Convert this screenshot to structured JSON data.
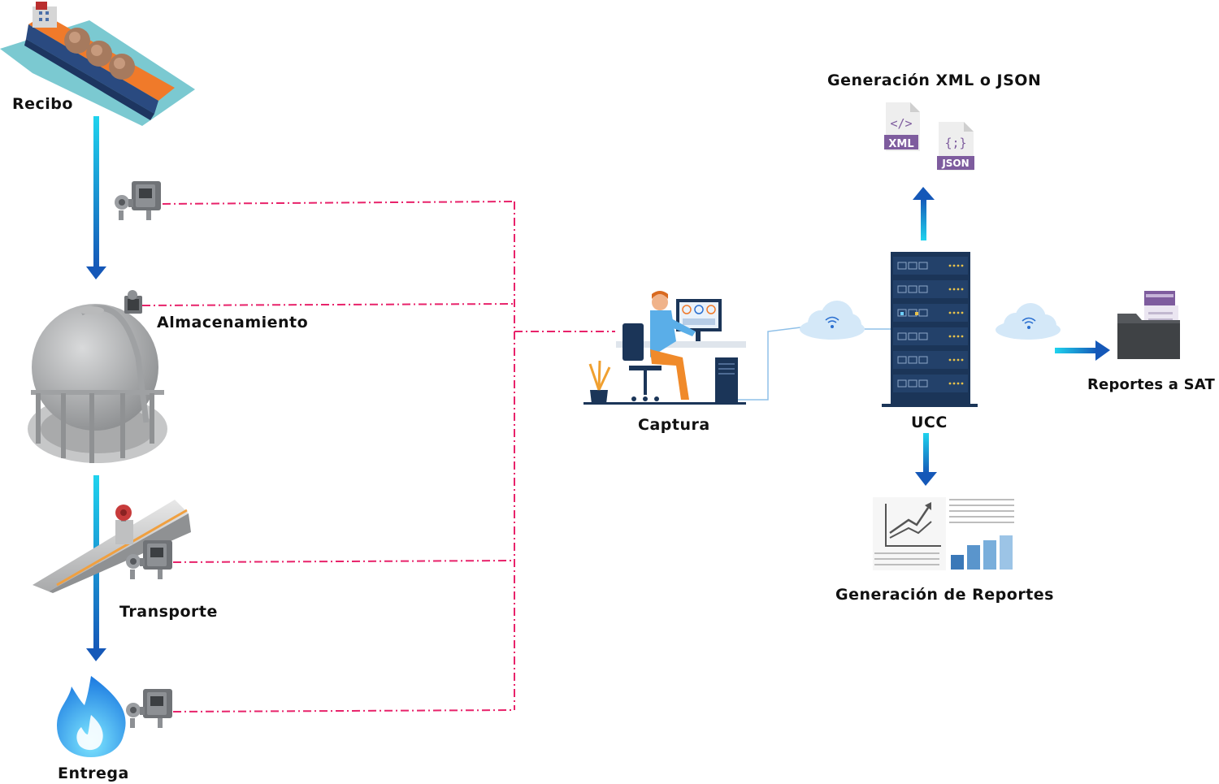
{
  "labels": {
    "recibo": "Recibo",
    "almacenamiento": "Almacenamiento",
    "transporte": "Transporte",
    "entrega": "Entrega",
    "captura": "Captura",
    "ucc": "UCC",
    "generacion_xml_json": "Generación XML o JSON",
    "generacion_reportes": "Generación de Reportes",
    "reportes_sat": "Reportes a SAT"
  },
  "icons": {
    "xml_badge": "XML",
    "xml_symbol": "</>",
    "json_badge": "JSON",
    "json_symbol": "{;}"
  },
  "colors": {
    "dashed_link": "#e8226a",
    "arrow_light": "#1fd3ee",
    "arrow_dark": "#1558b8",
    "server": "#1b3558",
    "doc_badge": "#7e5c9e",
    "cloud": "#d4e8f8"
  }
}
